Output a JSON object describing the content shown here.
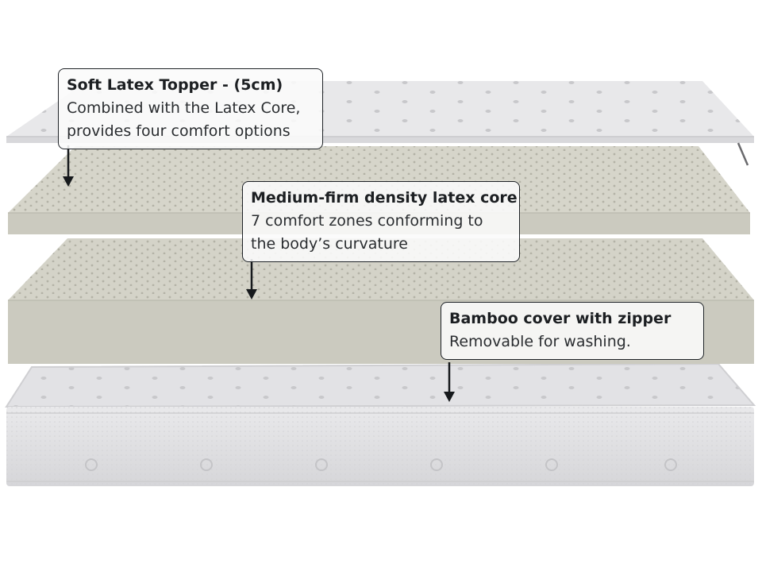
{
  "callouts": {
    "topper": {
      "title": "Soft Latex Topper - (5cm)",
      "lines": [
        "Combined with the Latex Core,",
        "provides four comfort options"
      ]
    },
    "core": {
      "title": "Medium-firm density latex core",
      "lines": [
        "7 comfort zones conforming to",
        "the body’s curvature"
      ]
    },
    "cover": {
      "title": "Bamboo cover with zipper",
      "lines": [
        "Removable for washing."
      ]
    }
  },
  "colors": {
    "latex": "#d4d3c8",
    "latex_side": "#c9c8bd",
    "cover": "#e6e6e8",
    "cover_side": "#dcdcde",
    "arrow": "#16191c"
  }
}
